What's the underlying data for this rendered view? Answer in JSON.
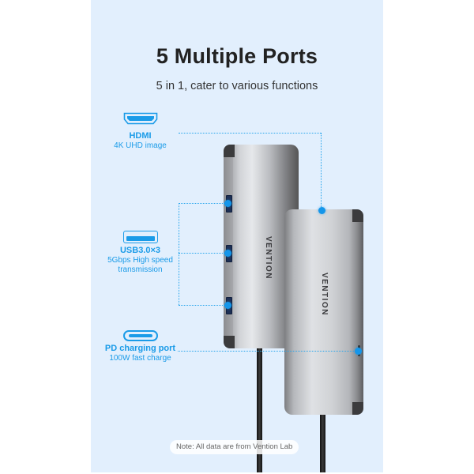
{
  "header": {
    "title": "5 Multiple Ports",
    "subtitle": "5 in 1, cater to various functions"
  },
  "features": [
    {
      "icon": "hdmi-port-icon",
      "name": "HDMI",
      "desc": [
        "4K UHD image"
      ]
    },
    {
      "icon": "usb-a-port-icon",
      "name": "USB3.0×3",
      "desc": [
        "5Gbps High speed",
        "transmission"
      ]
    },
    {
      "icon": "usb-c-port-icon",
      "name": "PD charging port",
      "desc": [
        "100W fast charge"
      ]
    }
  ],
  "product": {
    "brand_text": "VENTION",
    "hub_count": 2
  },
  "footer": {
    "note": "Note: All data are from Vention Lab"
  },
  "colors": {
    "background_panel": "#e2effd",
    "accent": "#1a9be8",
    "title": "#222222"
  }
}
